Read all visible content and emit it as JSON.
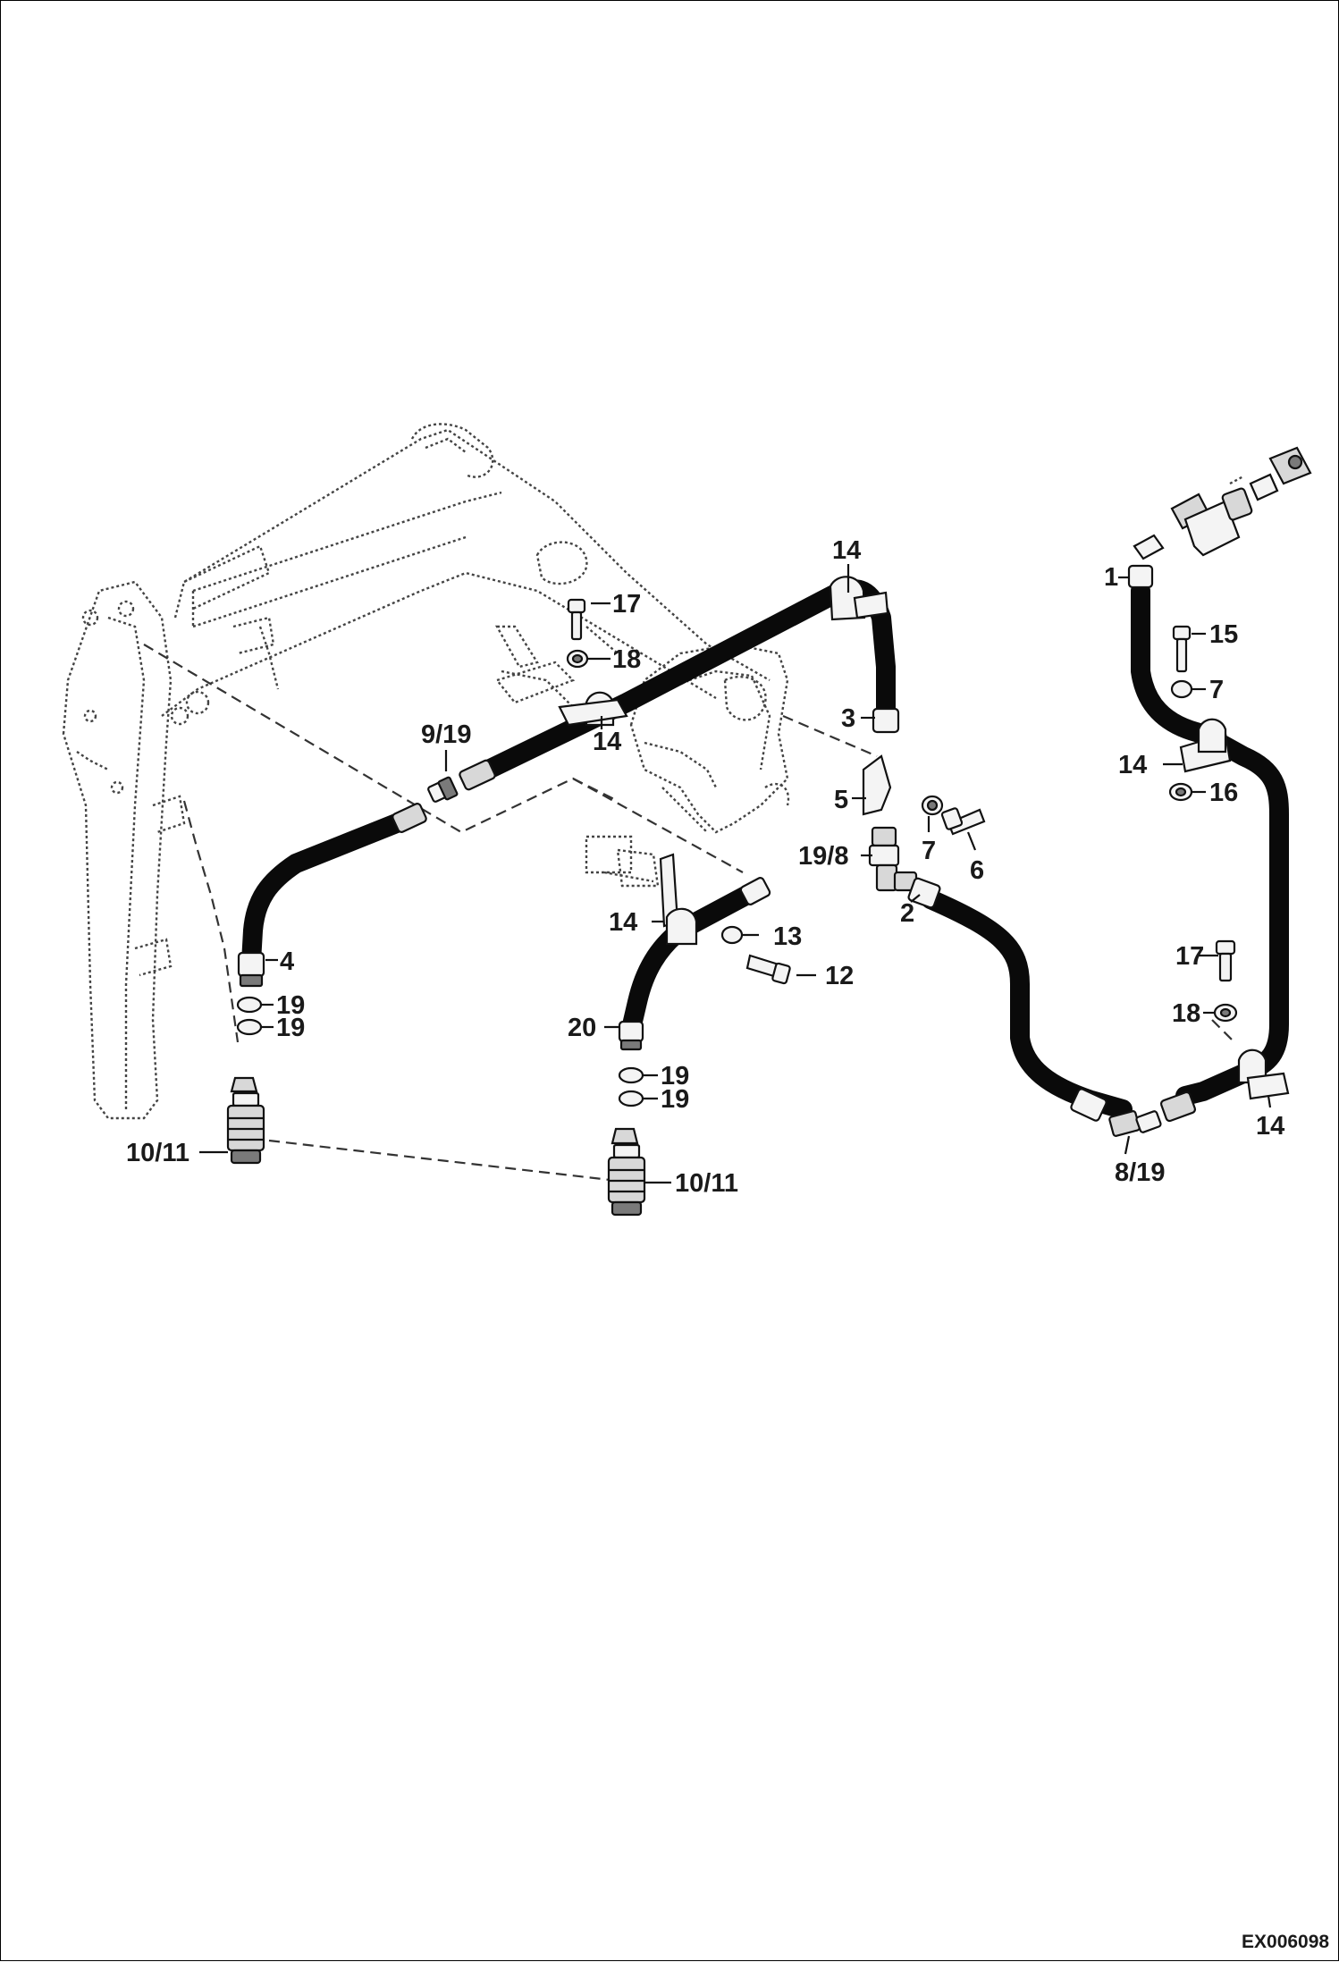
{
  "diagram": {
    "document_id": "EX006098",
    "callouts": [
      {
        "key": "c14_top",
        "text": "14"
      },
      {
        "key": "c17_left",
        "text": "17"
      },
      {
        "key": "c18_left",
        "text": "18"
      },
      {
        "key": "c14_mid",
        "text": "14"
      },
      {
        "key": "c9_19",
        "text": "9/19"
      },
      {
        "key": "c3",
        "text": "3"
      },
      {
        "key": "c5",
        "text": "5"
      },
      {
        "key": "c7_mid",
        "text": "7"
      },
      {
        "key": "c6",
        "text": "6"
      },
      {
        "key": "c19_8",
        "text": "19/8"
      },
      {
        "key": "c2",
        "text": "2"
      },
      {
        "key": "c4",
        "text": "4"
      },
      {
        "key": "c19_a",
        "text": "19"
      },
      {
        "key": "c19_b",
        "text": "19"
      },
      {
        "key": "c14_center",
        "text": "14"
      },
      {
        "key": "c13",
        "text": "13"
      },
      {
        "key": "c12",
        "text": "12"
      },
      {
        "key": "c20",
        "text": "20"
      },
      {
        "key": "c19_c",
        "text": "19"
      },
      {
        "key": "c19_d",
        "text": "19"
      },
      {
        "key": "c10_11_left",
        "text": "10/11"
      },
      {
        "key": "c10_11_center",
        "text": "10/11"
      },
      {
        "key": "c1",
        "text": "1"
      },
      {
        "key": "c15",
        "text": "15"
      },
      {
        "key": "c7_right",
        "text": "7"
      },
      {
        "key": "c14_right",
        "text": "14"
      },
      {
        "key": "c16",
        "text": "16"
      },
      {
        "key": "c17_right",
        "text": "17"
      },
      {
        "key": "c18_right",
        "text": "18"
      },
      {
        "key": "c14_bottom",
        "text": "14"
      },
      {
        "key": "c8_19",
        "text": "8/19"
      }
    ]
  }
}
